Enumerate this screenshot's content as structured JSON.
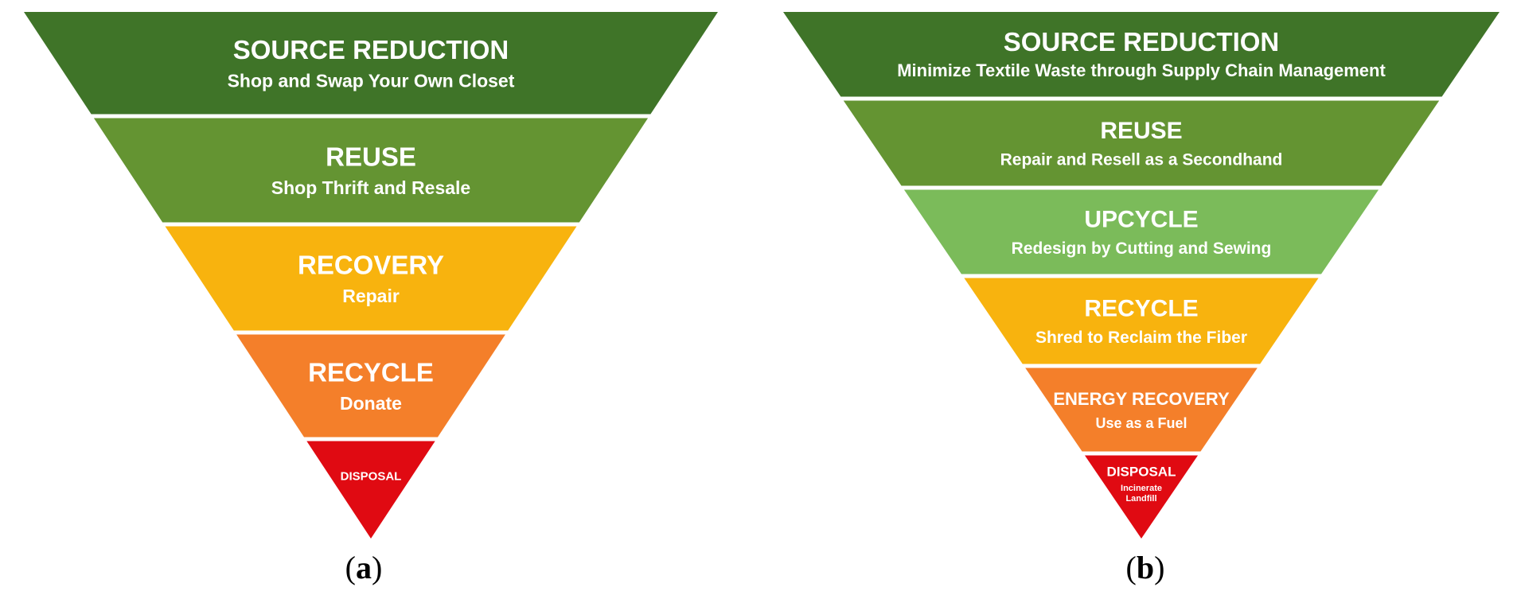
{
  "pyramids": [
    {
      "id": "a",
      "caption_letter": "a",
      "tiers": [
        {
          "title": "SOURCE REDUCTION",
          "subtitle": "Shop and Swap Your Own Closet",
          "color": "#3f7428"
        },
        {
          "title": "REUSE",
          "subtitle": "Shop Thrift and Resale",
          "color": "#649432"
        },
        {
          "title": "RECOVERY",
          "subtitle": "Repair",
          "color": "#f8b30e"
        },
        {
          "title": "RECYCLE",
          "subtitle": "Donate",
          "color": "#f47f2a"
        },
        {
          "title": "DISPOSAL",
          "subtitle": "",
          "color": "#e00a12"
        }
      ]
    },
    {
      "id": "b",
      "caption_letter": "b",
      "tiers": [
        {
          "title": "SOURCE REDUCTION",
          "subtitle": "Minimize Textile Waste through Supply Chain Management",
          "color": "#3f7428"
        },
        {
          "title": "REUSE",
          "subtitle": "Repair and Resell as a Secondhand",
          "color": "#649432"
        },
        {
          "title": "UPCYCLE",
          "subtitle": "Redesign by Cutting and Sewing",
          "color": "#7bbb5a"
        },
        {
          "title": "RECYCLE",
          "subtitle": "Shred to Reclaim the Fiber",
          "color": "#f8b30e"
        },
        {
          "title": "ENERGY RECOVERY",
          "subtitle": "Use as a Fuel",
          "color": "#f47f2a"
        },
        {
          "title": "DISPOSAL",
          "subtitle": "Incinerate\nLandfill",
          "color": "#e00a12"
        }
      ]
    }
  ]
}
